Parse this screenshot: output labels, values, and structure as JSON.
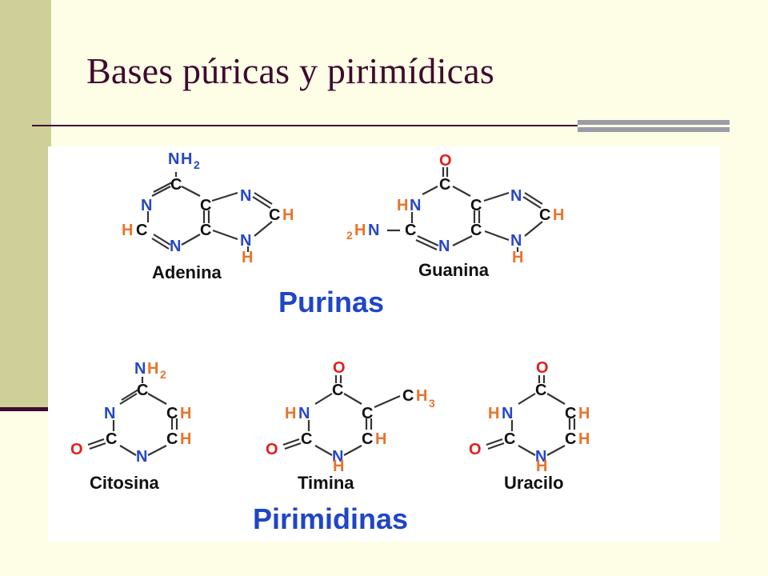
{
  "slide": {
    "title": "Bases púricas y pirimídicas"
  },
  "diagram": {
    "groups": {
      "purines": "Purinas",
      "pyrimidines": "Pirimidinas"
    },
    "molecules": {
      "adenine": "Adenina",
      "guanine": "Guanina",
      "cytosine": "Citosina",
      "thymine": "Timina",
      "uracil": "Uracilo"
    },
    "atoms": {
      "N": "N",
      "C": "C",
      "H": "H",
      "O": "O",
      "NH": "NH",
      "HN": "HN",
      "CH": "CH",
      "HC": "HC"
    },
    "subscripts": {
      "two": "2",
      "three": "3"
    }
  },
  "colors": {
    "background": "#fefee6",
    "left_band": "#cfcf9a",
    "title": "#3f0a30",
    "accent_bar": "#9c9ca8",
    "nitrogen": "#2747c7",
    "carbon": "#111111",
    "hydrogen": "#e8742a",
    "oxygen": "#e21e1e",
    "group_label": "#1f45c8"
  }
}
